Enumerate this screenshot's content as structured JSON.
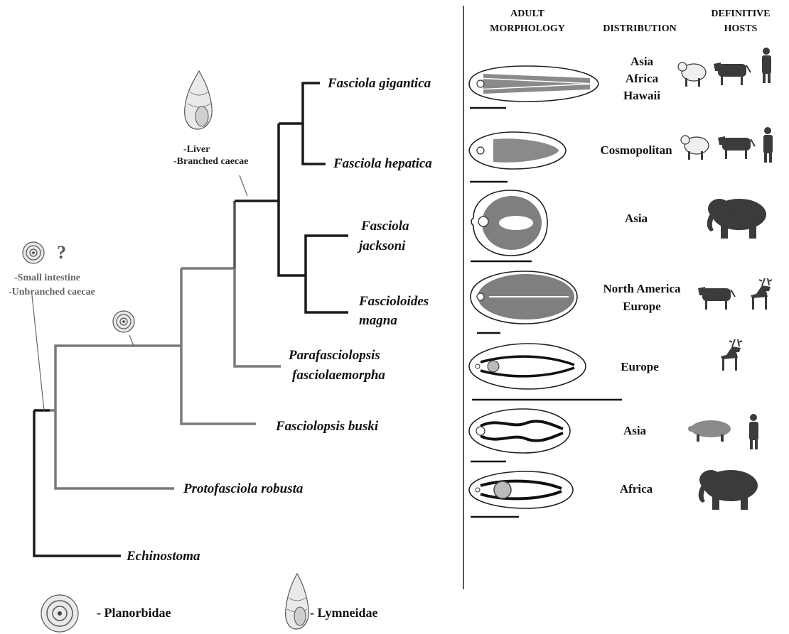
{
  "headers": {
    "morphology_line1": "ADULT",
    "morphology_line2": "MORPHOLOGY",
    "distribution": "DISTRIBUTION",
    "hosts_line1": "DEFINITIVE",
    "hosts_line2": "HOSTS"
  },
  "taxa": {
    "gigantica": "Fasciola gigantica",
    "hepatica": "Fasciola hepatica",
    "jacksoni_line1": "Fasciola",
    "jacksoni_line2": "jacksoni",
    "magna_line1": "Fascioloides",
    "magna_line2": "magna",
    "parafasciolopsis_line1": "Parafasciolopsis",
    "parafasciolopsis_line2": "fasciolaemorpha",
    "buski": "Fasciolopsis buski",
    "protofasciola": "Protofasciola robusta",
    "echinostoma": "Echinostoma"
  },
  "distribution": {
    "gigantica": [
      "Asia",
      "Africa",
      "Hawaii"
    ],
    "hepatica": "Cosmopolitan",
    "jacksoni": "Asia",
    "magna": [
      "North America",
      "Europe"
    ],
    "parafasciolopsis": "Europe",
    "buski": "Asia",
    "protofasciola": "Africa"
  },
  "annotations": {
    "liver_line1": "-Liver",
    "liver_line2": "-Branched caecae",
    "small_intestine_line1": "-Small intestine",
    "small_intestine_line2": "-Unbranched caecae",
    "question_mark": "?"
  },
  "legend": {
    "planorbidae": "- Planorbidae",
    "lymneidae": "- Lymneidae"
  },
  "hosts": {
    "gigantica": [
      "sheep-icon",
      "cow-icon",
      "human-icon"
    ],
    "hepatica": [
      "sheep-icon",
      "cow-icon",
      "human-icon"
    ],
    "jacksoni": [
      "asian-elephant-icon"
    ],
    "magna": [
      "cow-icon",
      "deer-icon"
    ],
    "parafasciolopsis": [
      "deer-icon"
    ],
    "buski": [
      "pig-icon",
      "human-icon"
    ],
    "protofasciola": [
      "african-elephant-icon"
    ]
  },
  "colors": {
    "dark_branch": "#1a1a1a",
    "grey_branch": "#7a7a7a"
  }
}
